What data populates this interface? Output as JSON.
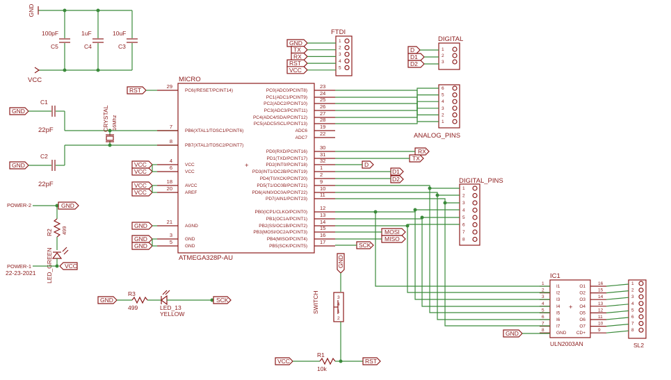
{
  "top_caps": {
    "gnd": "GND",
    "vcc": "VCC",
    "caps": [
      {
        "name": "C5",
        "value": "100pF"
      },
      {
        "name": "C4",
        "value": "1uF"
      },
      {
        "name": "C3",
        "value": "10uF"
      }
    ]
  },
  "crystal": {
    "c1": "C1",
    "c2": "C2",
    "c1_value": "22pF",
    "c2_value": "22pF",
    "gnd1": "GND",
    "gnd2": "GND",
    "name": "CRYSTAL",
    "freq": "16Mhz"
  },
  "micro": {
    "title": "MICRO",
    "part": "ATMEGA328P-AU",
    "left_pins": [
      {
        "num": "29",
        "name": "PC6(/RESET/PCINT14)",
        "net": "RST"
      },
      {
        "num": "7",
        "name": "PB6(XTAL1/TOSC1/PCINT6)",
        "net": ""
      },
      {
        "num": "8",
        "name": "PB7(XTAL2/TOSC2/PCINT7)",
        "net": ""
      },
      {
        "num": "4",
        "name": "VCC",
        "net": "VCC"
      },
      {
        "num": "6",
        "name": "VCC",
        "net": "VCC"
      },
      {
        "num": "18",
        "name": "AVCC",
        "net": "VCC"
      },
      {
        "num": "20",
        "name": "AREF",
        "net": "VCC"
      },
      {
        "num": "21",
        "name": "AGND",
        "net": "GND"
      },
      {
        "num": "3",
        "name": "GND",
        "net": "GND"
      },
      {
        "num": "5",
        "name": "GND",
        "net": "GND"
      }
    ],
    "right_pins": [
      {
        "num": "23",
        "name": "PC0(ADC0/PCINT8)"
      },
      {
        "num": "24",
        "name": "PC1(ADC1/PCINT9)"
      },
      {
        "num": "25",
        "name": "PC2(ADC2/PCINT10)"
      },
      {
        "num": "26",
        "name": "PC3(ADC3/PCINT11)"
      },
      {
        "num": "27",
        "name": "PC4(ADC4/SDA/PCINT12)"
      },
      {
        "num": "28",
        "name": "PC5(ADC5/SCL/PCINT13)"
      },
      {
        "num": "19",
        "name": "ADC6"
      },
      {
        "num": "22",
        "name": "ADC7"
      },
      {
        "num": "30",
        "name": "PD0(RXD/PCINT16)"
      },
      {
        "num": "31",
        "name": "PD1(TXD/PCINT17)"
      },
      {
        "num": "32",
        "name": "PD2(INT0/PCINT18)"
      },
      {
        "num": "1",
        "name": "PD3(INT1/OC2B/PCINT19)"
      },
      {
        "num": "2",
        "name": "PD4(T0/XCK/PCINT20)"
      },
      {
        "num": "9",
        "name": "PD5(T1/OC0B/PCINT21)"
      },
      {
        "num": "10",
        "name": "PD6(AIN0/OC0A/PCINT22)"
      },
      {
        "num": "11",
        "name": "PD7(AIN1/PCINT23)"
      },
      {
        "num": "12",
        "name": "PB0(ICP1/CLKO/PCINT0)"
      },
      {
        "num": "13",
        "name": "PB1(OC1A/PCINT1)"
      },
      {
        "num": "14",
        "name": "PB2(SS/OC1B/PCINT2)"
      },
      {
        "num": "15",
        "name": "PB3(MOSI/OC2A/PCINT3)"
      },
      {
        "num": "16",
        "name": "PB4(MISO/PCINT4)"
      },
      {
        "num": "17",
        "name": "PB5(SCK/PCINT5)"
      }
    ],
    "net_rx": "RX",
    "net_tx": "TX",
    "net_d": "D",
    "net_d1": "D1",
    "net_d2": "D2",
    "net_mosi": "MOSI",
    "net_miso": "MISO",
    "net_sck": "SCK"
  },
  "ftdi": {
    "title": "FTDI",
    "nets": [
      "GND",
      "TX",
      "RX",
      "RST",
      "VCC"
    ],
    "pins": [
      "1",
      "2",
      "3",
      "4",
      "5"
    ]
  },
  "digital": {
    "title": "DIGITAL",
    "nets": [
      "D",
      "D1",
      "D2"
    ],
    "pins": [
      "1",
      "2",
      "3"
    ]
  },
  "analog": {
    "title": "ANALOG_PINS",
    "pins": [
      "6",
      "5",
      "4",
      "3",
      "2",
      "1"
    ]
  },
  "digital_pins": {
    "title": "DIGITAL_PINS",
    "pins": [
      "1",
      "2",
      "3",
      "4",
      "5",
      "6",
      "7",
      "8"
    ]
  },
  "power_leds": {
    "power2": "POWER-2",
    "gnd": "GND",
    "r2": "R2",
    "r2_value": "499",
    "led_green": "LED_GREEN",
    "power1": "POWER-1",
    "date": "22-23-2021",
    "vcc": "VCC"
  },
  "yellow_led": {
    "gnd": "GND",
    "r3": "R3",
    "r3_value": "499",
    "led": "LED_13",
    "color": "YELLOW",
    "sck": "SCK"
  },
  "switch": {
    "gnd": "GND",
    "name": "SWITCH",
    "pins": [
      "3",
      "4",
      "1",
      "2"
    ],
    "r1": "R1",
    "r1_value": "10k",
    "vcc": "VCC",
    "rst": "RST"
  },
  "uln": {
    "title": "IC1",
    "part": "ULN2003AN",
    "inputs": [
      {
        "num": "1",
        "name": "I1"
      },
      {
        "num": "2",
        "name": "I2"
      },
      {
        "num": "3",
        "name": "I3"
      },
      {
        "num": "4",
        "name": "I4"
      },
      {
        "num": "5",
        "name": "I5"
      },
      {
        "num": "6",
        "name": "I6"
      },
      {
        "num": "7",
        "name": "I7"
      },
      {
        "num": "8",
        "name": "GND"
      }
    ],
    "outputs": [
      {
        "num": "16",
        "name": "O1"
      },
      {
        "num": "15",
        "name": "O2"
      },
      {
        "num": "14",
        "name": "O3"
      },
      {
        "num": "13",
        "name": "O4"
      },
      {
        "num": "12",
        "name": "O5"
      },
      {
        "num": "11",
        "name": "O6"
      },
      {
        "num": "10",
        "name": "O7"
      },
      {
        "num": "9",
        "name": "CD+"
      }
    ],
    "gnd": "GND"
  },
  "sl2": {
    "title": "SL2",
    "pins": [
      "1",
      "2",
      "3",
      "4",
      "5",
      "6",
      "7",
      "8"
    ]
  }
}
